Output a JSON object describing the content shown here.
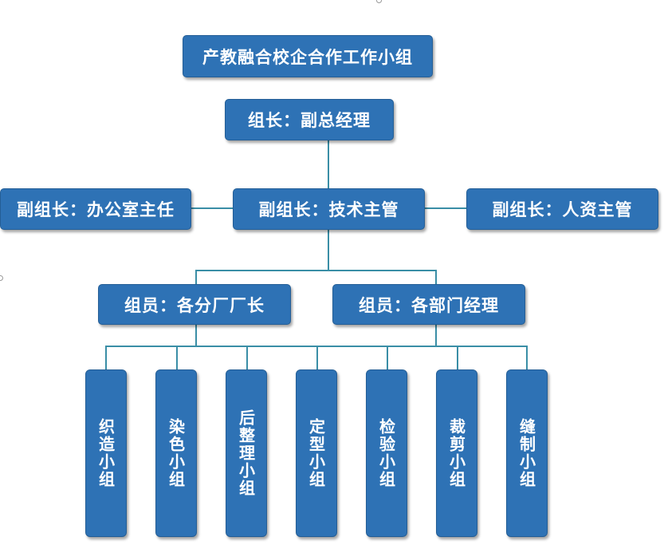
{
  "diagram": {
    "title": "产教融合校企合作工作小组",
    "leader": "组长：副总经理",
    "deputy_left": "副组长：办公室主任",
    "deputy_center": "副组长：技术主管",
    "deputy_right": "副组长：人资主管",
    "members": [
      "组员：各分厂厂长",
      "组员：各部门经理"
    ],
    "groups": [
      "织造小组",
      "染色小组",
      "后整理小组",
      "定型小组",
      "检验小组",
      "裁剪小组",
      "缝制小组"
    ]
  },
  "colors": {
    "box_fill": "#2e72b5",
    "connector": "#3a8ea6",
    "text": "#ffffff"
  }
}
